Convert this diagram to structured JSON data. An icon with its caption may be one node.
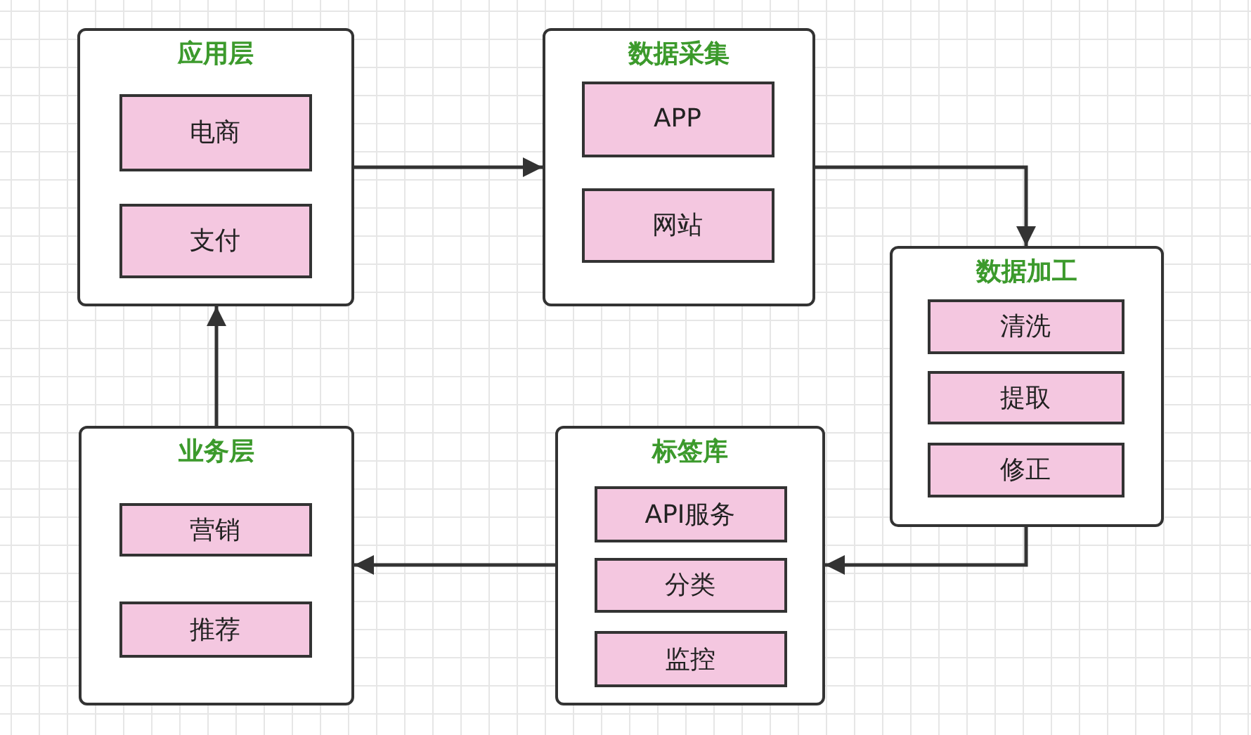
{
  "diagram": {
    "nodes": [
      {
        "text": [
          "应用层"
        ]
      },
      {
        "text": [
          "电商"
        ],
        "in": 0
      },
      {
        "text": [
          "支付"
        ],
        "in": 0
      },
      {
        "text": [
          "数据采集"
        ]
      },
      {
        "text": [
          "APP"
        ],
        "in": 3
      },
      {
        "text": [
          "网站"
        ],
        "in": 3
      },
      {
        "text": [
          "数据加工"
        ]
      },
      {
        "text": [
          "清洗"
        ],
        "in": 6
      },
      {
        "text": [
          "提取"
        ],
        "in": 6
      },
      {
        "text": [
          "修正"
        ],
        "in": 6
      },
      {
        "text": [
          "标签库"
        ]
      },
      {
        "text": [
          "API服务"
        ],
        "in": 10
      },
      {
        "text": [
          "分类"
        ],
        "in": 10
      },
      {
        "text": [
          "监控"
        ],
        "in": 10
      },
      {
        "text": [
          "业务层"
        ]
      },
      {
        "text": [
          "营销"
        ],
        "in": 14
      },
      {
        "text": [
          "推荐"
        ],
        "in": 14
      }
    ],
    "edges": [
      {
        "from": 0,
        "to": 3,
        "arrow": "to"
      },
      {
        "from": 3,
        "to": 6,
        "arrow": "to"
      },
      {
        "from": 6,
        "to": 10,
        "arrow": "to"
      },
      {
        "from": 10,
        "to": 14,
        "arrow": "to"
      },
      {
        "from": 14,
        "to": 0,
        "arrow": "to"
      }
    ]
  }
}
